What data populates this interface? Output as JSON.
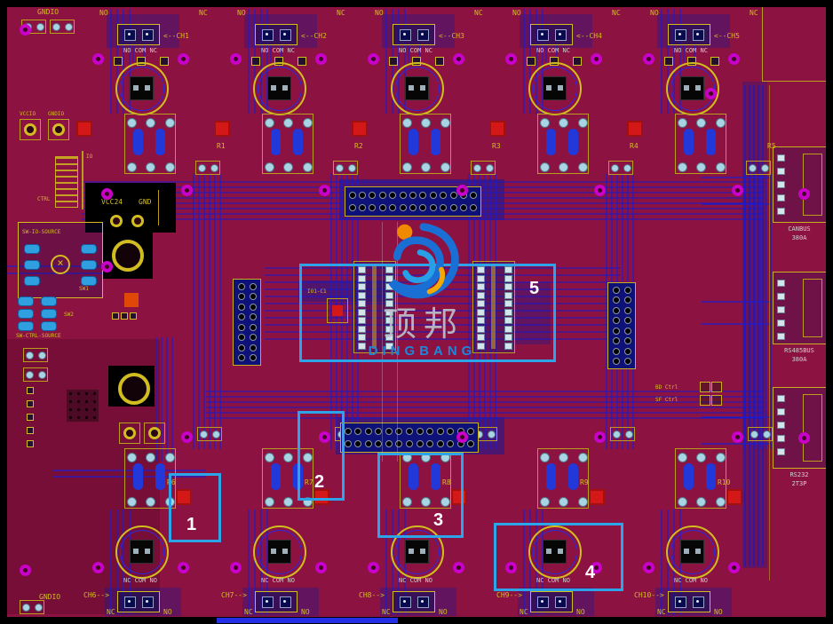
{
  "labels": {
    "gndio_top": "GNDIO",
    "vccio": "VCCIO",
    "gndio2": "GNDIO",
    "io": "IO",
    "ctrl": "CTRL",
    "vcc24": "VCC24",
    "gnd": "GND",
    "sw_io_source": "SW-IO-SOURCE",
    "sw1": "SW1",
    "sw2": "SW2",
    "sw_ctrl_source": "SW-CTRL-SOURCE",
    "io1": "IO1-C1",
    "bd_ctrl": "BD Ctrl",
    "sf_ctrl": "SF Ctrl",
    "gndio_bottom": "GNDIO"
  },
  "right_connectors": [
    {
      "line1": "CANBUS",
      "line2": "380A"
    },
    {
      "line1": "RS485BUS",
      "line2": "380A"
    },
    {
      "line1": "RS232",
      "line2": "2T3P"
    }
  ],
  "channels_top": [
    {
      "no": "NO",
      "nc": "NC",
      "arrow": "<--CH1",
      "pins": "NO COM NC",
      "res": "R1"
    },
    {
      "no": "NO",
      "nc": "NC",
      "arrow": "<--CH2",
      "pins": "NO COM NC",
      "res": "R2"
    },
    {
      "no": "NO",
      "nc": "NC",
      "arrow": "<--CH3",
      "pins": "NO COM NC",
      "res": "R3"
    },
    {
      "no": "NO",
      "nc": "NC",
      "arrow": "<--CH4",
      "pins": "NO COM NC",
      "res": "R4"
    },
    {
      "no": "NO",
      "nc": "NC",
      "arrow": "<--CH5",
      "pins": "NO COM NC",
      "res": "R5"
    }
  ],
  "channels_bottom": [
    {
      "nc": "NC",
      "no": "NO",
      "arrow": "CH6-->",
      "pins": "NC COM NO",
      "res": "R6"
    },
    {
      "nc": "NC",
      "no": "NO",
      "arrow": "CH7-->",
      "pins": "NC COM NO",
      "res": "R7"
    },
    {
      "nc": "NC",
      "no": "NO",
      "arrow": "CH8-->",
      "pins": "NC COM NO",
      "res": "R8"
    },
    {
      "nc": "NC",
      "no": "NO",
      "arrow": "CH9-->",
      "pins": "NC COM NO",
      "res": "R9"
    },
    {
      "nc": "NC",
      "no": "NO",
      "arrow": "CH10-->",
      "pins": "NC COM NO",
      "res": "R10"
    }
  ],
  "annotations": [
    "1",
    "2",
    "3",
    "4",
    "5"
  ],
  "watermark": {
    "cn": "顶邦",
    "en": "DINGBANG"
  },
  "colors": {
    "board": "#8c1242",
    "trace_blue": "#1c1cd0",
    "silk_yellow": "#d2bd20",
    "via_magenta": "#c900c9",
    "pad_red": "#d41818",
    "annotation_blue": "#2da3e8"
  }
}
